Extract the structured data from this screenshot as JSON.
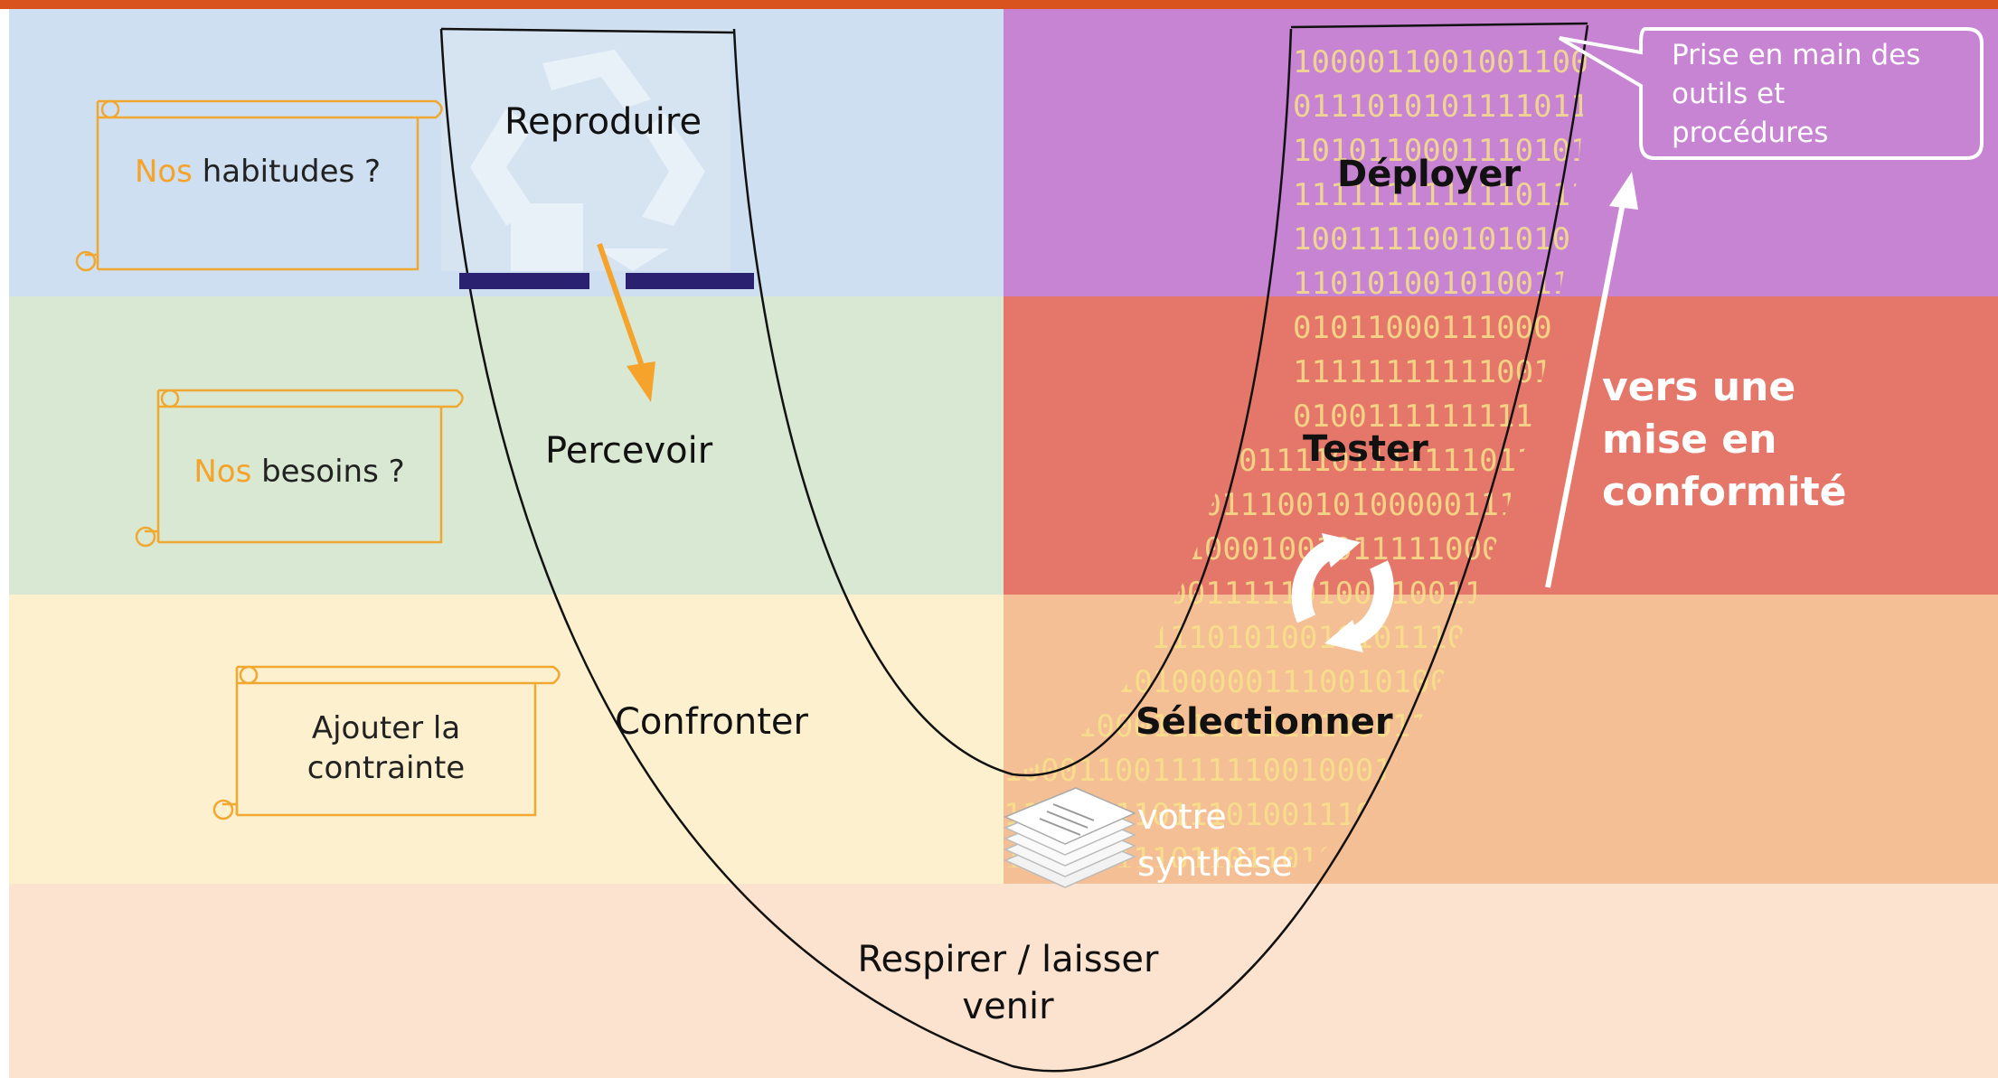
{
  "colors": {
    "top_bar": "#d9531e",
    "band_blue": "#cddff0",
    "band_green": "#d8e8d2",
    "band_yellow": "#fdf0cf",
    "band_peach": "#fbe3cf",
    "band_purple": "#c684d2",
    "band_red": "#e5776a",
    "band_orange": "#f4bf94",
    "accent_orange": "#f5a32a",
    "bar_navy": "#2a2170"
  },
  "scrolls": [
    {
      "accent": "Nos",
      "text": " habitudes ?"
    },
    {
      "accent": "Nos",
      "text": " besoins ?"
    },
    {
      "line1": "Ajouter la",
      "line2": "contrainte"
    }
  ],
  "stages_left": {
    "reproduire": "Reproduire",
    "percevoir": "Percevoir",
    "confronter": "Confronter"
  },
  "stage_bottom": {
    "line1": "Respirer / laisser",
    "line2": "venir"
  },
  "stages_right": {
    "deployer": "Déployer",
    "tester": "Tester",
    "selectionner": "Sélectionner"
  },
  "synthese": {
    "line1": "votre",
    "line2": "synthèse"
  },
  "callout": {
    "line1": "Prise en main des",
    "line2": "outils et",
    "line3": "procédures"
  },
  "vers": {
    "line1": "vers une",
    "line2": "mise en",
    "line3": "conformité"
  },
  "binary_rows": [
    "1000011001001",
    "0111010101111",
    "1010110001110",
    "1111111111110",
    "1001111001010",
    "1101010010100",
    "0101100011100",
    "1111111111100",
    "0100111111111",
    "0111101111111",
    "0011100101000",
    "1111000100101",
    "1001100111110",
    "1001010111010",
    "0001110010100",
    "1110100011111",
    "1000110011111100",
    "1110101101110100",
    "1000101110110110"
  ],
  "icons": [
    "recycle-icon",
    "refresh-cycle-icon",
    "paper-stack-icon",
    "scroll-icon",
    "arrow-down-icon",
    "arrow-up-icon"
  ]
}
